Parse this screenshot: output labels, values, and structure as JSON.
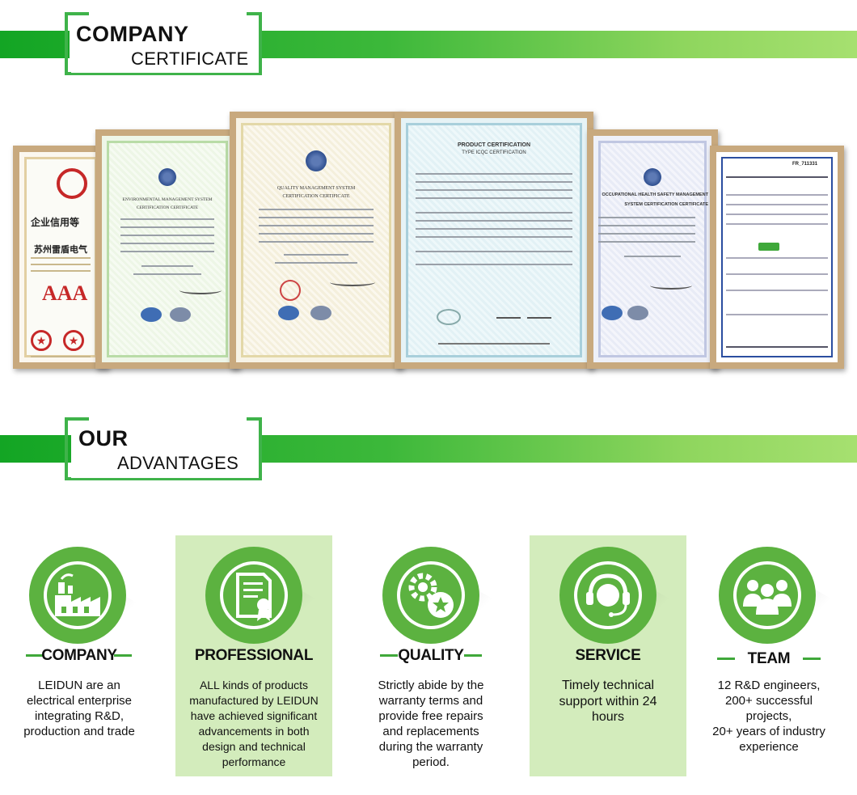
{
  "certificate_section": {
    "title": "COMPANY",
    "subtitle": "CERTIFICATE"
  },
  "advantages_section": {
    "title": "OUR",
    "subtitle": "ADVANTAGES"
  },
  "certificates": [
    {
      "name": "credit-rating-certificate",
      "heading": "企业信用等",
      "sub": "苏州雷盾电气",
      "grade": "AAA"
    },
    {
      "name": "environmental-management-certificate",
      "heading": "ENVIRONMENTAL MANAGEMENT SYSTEM",
      "sub": "CERTIFICATION CERTIFICATE"
    },
    {
      "name": "quality-management-certificate",
      "heading": "QUALITY MANAGEMENT SYSTEM",
      "sub": "CERTIFICATION CERTIFICATE"
    },
    {
      "name": "product-certification",
      "heading": "PRODUCT CERTIFICATION",
      "sub": "TYPE ICQC CERTIFICATION"
    },
    {
      "name": "occupational-health-safety-certificate",
      "heading": "OCCUPATIONAL HEALTH SAFETY MANAGEMENT",
      "sub": "SYSTEM CERTIFICATION CERTIFICATE"
    },
    {
      "name": "test-certificate",
      "heading": "FR_711331",
      "sub": ""
    }
  ],
  "advantages": [
    {
      "key": "company",
      "icon": "factory-icon",
      "title": "COMPANY",
      "lines": [
        "LEIDUN are an",
        "electrical enterprise",
        "integrating R&D,",
        "production and trade"
      ]
    },
    {
      "key": "professional",
      "icon": "document-award-icon",
      "title": "PROFESSIONAL",
      "lines": [
        "ALL kinds of products",
        "manufactured by LEIDUN",
        "have achieved significant",
        "advancements in both",
        "design and technical",
        "performance"
      ]
    },
    {
      "key": "quality",
      "icon": "gear-star-icon",
      "title": "QUALITY",
      "lines": [
        "Strictly abide by the",
        "warranty terms and",
        "provide free repairs",
        "and replacements",
        "during the warranty",
        "period."
      ]
    },
    {
      "key": "service",
      "icon": "headset-support-icon",
      "title": "SERVICE",
      "lines": [
        "Timely technical",
        "support within 24",
        "hours"
      ]
    },
    {
      "key": "team",
      "icon": "team-icon",
      "title": "TEAM",
      "lines": [
        "12 R&D engineers,",
        "200+ successful",
        "projects,",
        "20+ years of industry",
        "experience"
      ]
    }
  ],
  "colors": {
    "green": "#3fb34a",
    "green_light": "#d3ecbc",
    "frame": "#c8a97e"
  }
}
